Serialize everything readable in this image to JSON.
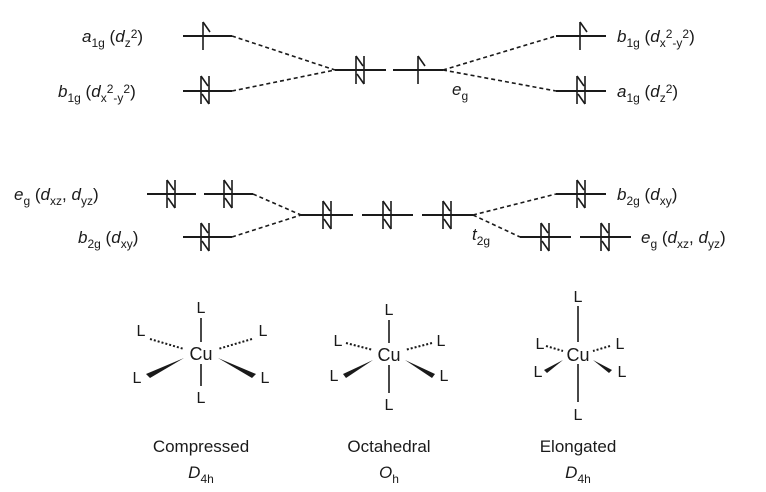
{
  "top_group": {
    "left": {
      "upper": {
        "sym": "a",
        "sub": "1g",
        "orb": "d",
        "orb_sub": "z",
        "orb_sup": "2"
      },
      "lower": {
        "sym": "b",
        "sub": "1g",
        "orb": "d",
        "orb_sub": "x",
        "orb_sup2": "2",
        "orb_sub2": "-y",
        "orb_sup3": "2"
      }
    },
    "center": {
      "sym": "e",
      "sub": "g"
    },
    "right": {
      "upper": {
        "sym": "b",
        "sub": "1g",
        "orb": "d",
        "orb_sub": "x",
        "orb_sup2": "2",
        "orb_sub2": "-y",
        "orb_sup3": "2"
      },
      "lower": {
        "sym": "a",
        "sub": "1g",
        "orb": "d",
        "orb_sub": "z",
        "orb_sup": "2"
      }
    }
  },
  "bottom_group": {
    "left": {
      "upper": {
        "sym": "e",
        "sub": "g",
        "orb": "d",
        "orb_sub": "xz",
        "sep": ", ",
        "orb2": "d",
        "orb2_sub": "yz"
      },
      "lower": {
        "sym": "b",
        "sub": "2g",
        "orb": "d",
        "orb_sub": "xy"
      }
    },
    "center": {
      "sym": "t",
      "sub": "2g"
    },
    "right": {
      "upper": {
        "sym": "b",
        "sub": "2g",
        "orb": "d",
        "orb_sub": "xy"
      },
      "lower": {
        "sym": "e",
        "sub": "g",
        "orb": "d",
        "orb_sub": "xz",
        "sep": ", ",
        "orb2": "d",
        "orb2_sub": "yz"
      }
    }
  },
  "structures": [
    {
      "metal": "Cu",
      "ligand": "L",
      "name": "Compressed",
      "sym": "D",
      "sym_sub": "4h"
    },
    {
      "metal": "Cu",
      "ligand": "L",
      "name": "Octahedral",
      "sym": "O",
      "sym_sub": "h"
    },
    {
      "metal": "Cu",
      "ligand": "L",
      "name": "Elongated",
      "sym": "D",
      "sym_sub": "4h"
    }
  ],
  "punct": {
    "open": " (",
    "close": ")"
  }
}
